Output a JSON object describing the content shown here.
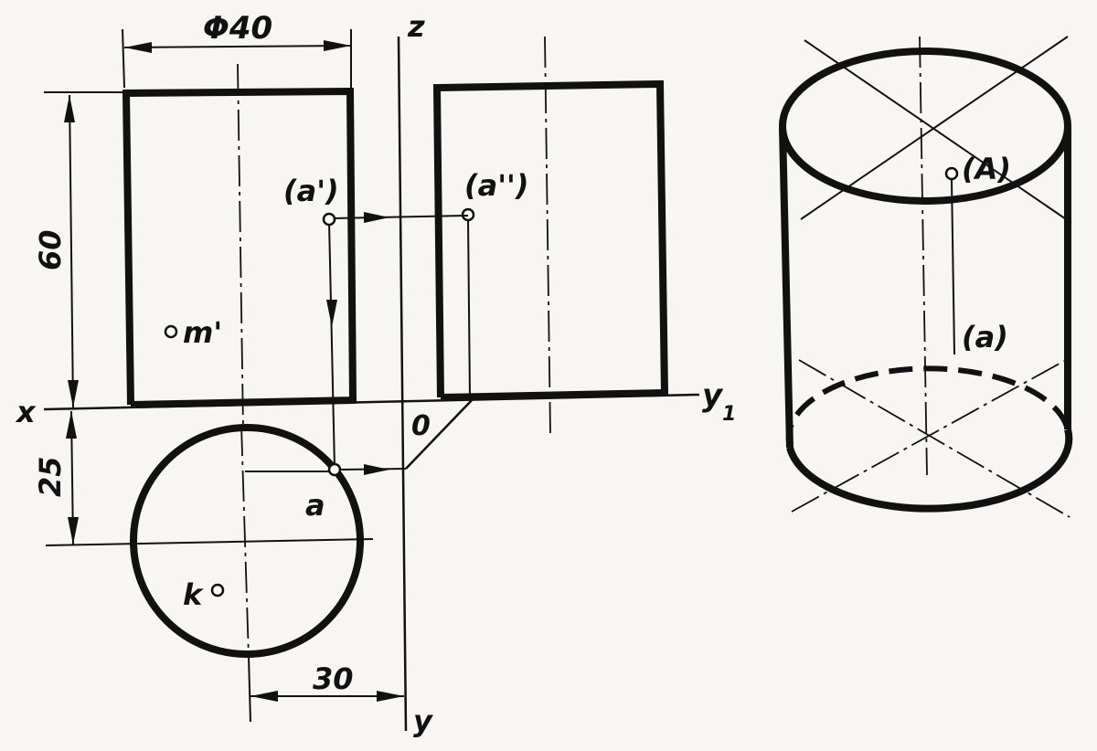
{
  "colors": {
    "ink": "#111111",
    "paper": "#f7f6f2"
  },
  "dimensions": {
    "diameter": "Φ40",
    "height": "60",
    "y_offset": "25",
    "x_offset": "30"
  },
  "axes": {
    "x": "x",
    "z": "z",
    "y": "y",
    "y1": "y",
    "y1_sub": "1",
    "origin": "0"
  },
  "points": {
    "a_front": "(a')",
    "a_side": "(a'')",
    "m_front": "m'",
    "a_top": "a",
    "k_top": "k",
    "A_3d": "(A)",
    "a_3d": "(a)"
  }
}
